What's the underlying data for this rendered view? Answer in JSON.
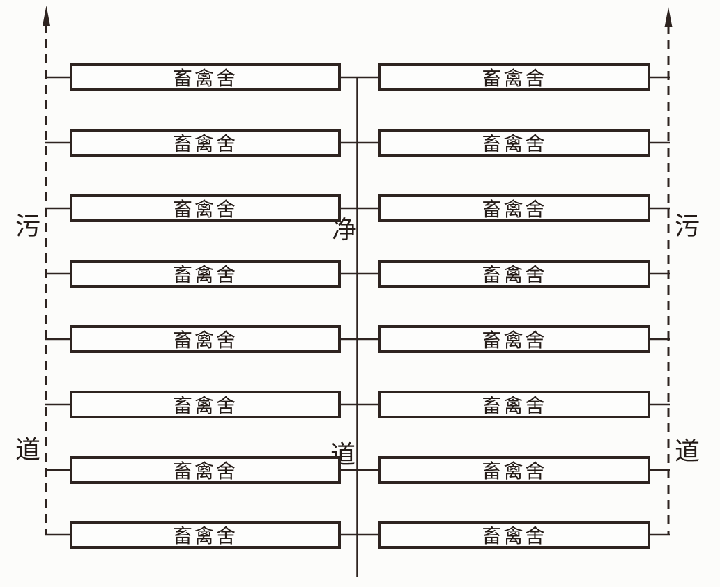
{
  "diagram": {
    "type": "farm-layout-schematic",
    "box_label_note": "16 identical building boxes arranged in 2 columns x 8 rows",
    "rows": [
      {
        "left": "畜禽舍",
        "right": "畜禽舍"
      },
      {
        "left": "畜禽舍",
        "right": "畜禽舍"
      },
      {
        "left": "畜禽舍",
        "right": "畜禽舍"
      },
      {
        "left": "畜禽舍",
        "right": "畜禽舍"
      },
      {
        "left": "畜禽舍",
        "right": "畜禽舍"
      },
      {
        "left": "畜禽舍",
        "right": "畜禽舍"
      },
      {
        "left": "畜禽舍",
        "right": "畜禽舍"
      },
      {
        "left": "畜禽舍",
        "right": "畜禽舍"
      }
    ],
    "roads": {
      "left": {
        "name": "污道",
        "top_char": "污",
        "bottom_char": "道",
        "line_style": "dashed",
        "arrow": "up"
      },
      "center": {
        "name": "净道",
        "top_char": "净",
        "bottom_char": "道",
        "line_style": "solid",
        "arrow": "none"
      },
      "right": {
        "name": "污道",
        "top_char": "污",
        "bottom_char": "道",
        "line_style": "dashed",
        "arrow": "up"
      }
    },
    "colors": {
      "line": "#2e2420",
      "text": "#241b17",
      "background": "#fcfcfa"
    }
  }
}
